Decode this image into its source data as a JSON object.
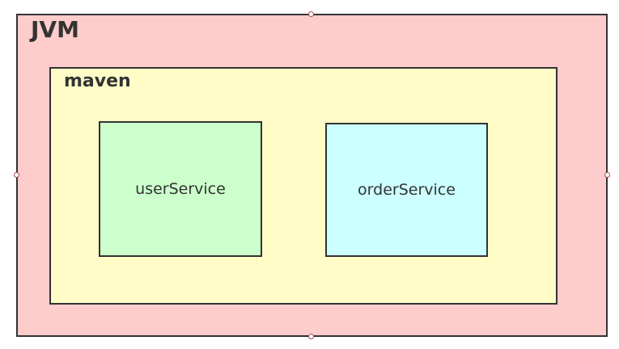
{
  "diagram": {
    "outer": {
      "label": "JVM",
      "fill": "#ffcccc",
      "inner": {
        "label": "maven",
        "fill": "#fffcc8",
        "services": [
          {
            "label": "userService",
            "fill": "#ccffcc"
          },
          {
            "label": "orderService",
            "fill": "#ccffff"
          }
        ]
      }
    },
    "border_color": "#333333",
    "selection_handle_color": "#b04a4a"
  }
}
